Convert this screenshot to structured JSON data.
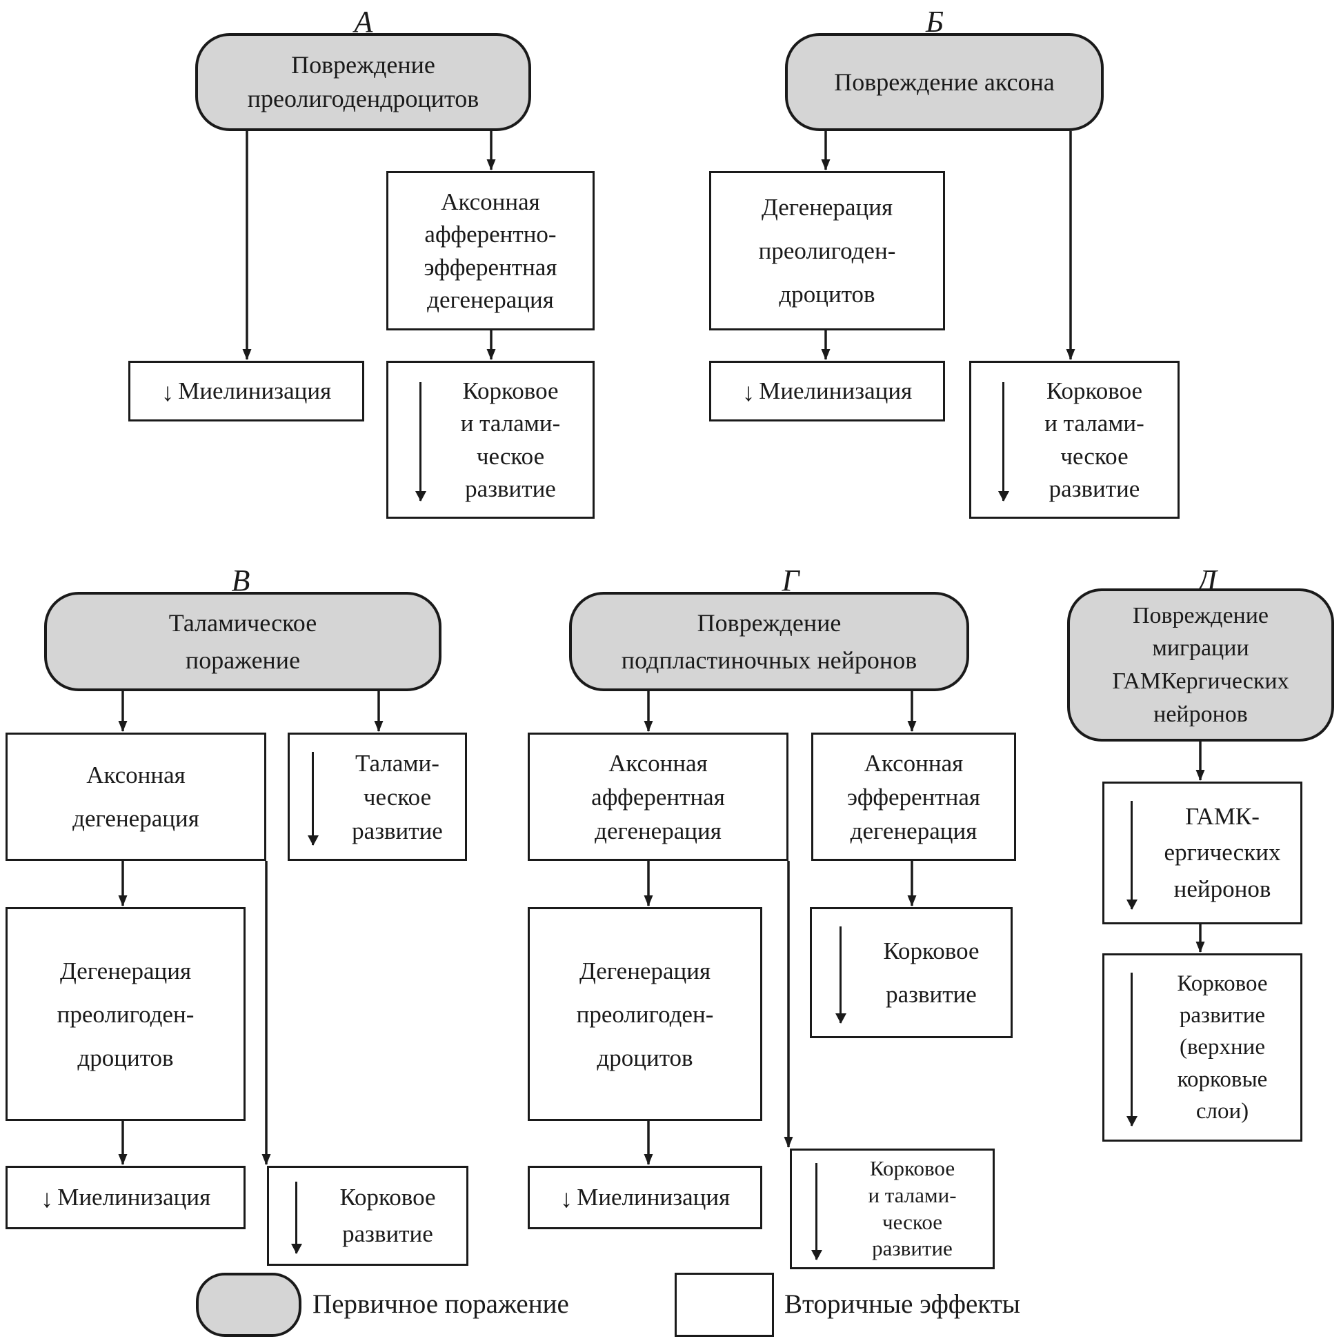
{
  "icons": {
    "down_arrow": "↓"
  },
  "legend": {
    "primary_label": "Первичное поражение",
    "secondary_label": "Вторичные эффекты"
  },
  "colors": {
    "primary_fill": "#d5d5d5",
    "secondary_fill": "#ffffff",
    "stroke": "#1a1a1a"
  },
  "panels": [
    {
      "header": "А",
      "primary": "Повреждение\nпреолигодендроцитов",
      "nodes": [
        {
          "label": "Аксонная\nафферентно-\nэфферентная\nдегенерация"
        },
        {
          "label": "Миелинизация",
          "decrease": true
        },
        {
          "label": "Корковое\nи талами-\nческое\nразвитие",
          "decrease": true
        }
      ],
      "edges": [
        [
          "primary",
          "Миелинизация"
        ],
        [
          "primary",
          "Аксонная афферентно-эфферентная дегенерация"
        ],
        [
          "Аксонная афферентно-эфферентная дегенерация",
          "Корковое и таламическое развитие"
        ]
      ]
    },
    {
      "header": "Б",
      "primary": "Повреждение аксона",
      "nodes": [
        {
          "label": "Дегенерация\nпреолигоден-\nдроцитов"
        },
        {
          "label": "Миелинизация",
          "decrease": true
        },
        {
          "label": "Корковое\nи талами-\nческое\nразвитие",
          "decrease": true
        }
      ],
      "edges": [
        [
          "primary",
          "Дегенерация преолигодендроцитов"
        ],
        [
          "Дегенерация преолигодендроцитов",
          "Миелинизация"
        ],
        [
          "primary",
          "Корковое и таламическое развитие"
        ]
      ]
    },
    {
      "header": "В",
      "primary": "Таламическое\nпоражение",
      "nodes": [
        {
          "label": "Аксонная\nдегенерация"
        },
        {
          "label": "Талами-\nческое\nразвитие",
          "decrease": true
        },
        {
          "label": "Дегенерация\nпреолигоден-\nдроцитов"
        },
        {
          "label": "Миелинизация",
          "decrease": true
        },
        {
          "label": "Корковое\nразвитие",
          "decrease": true
        }
      ],
      "edges": [
        [
          "primary",
          "Аксонная дегенерация"
        ],
        [
          "primary",
          "Таламическое развитие"
        ],
        [
          "Аксонная дегенерация",
          "Дегенерация преолигодендроцитов"
        ],
        [
          "Дегенерация преолигодендроцитов",
          "Миелинизация"
        ],
        [
          "Аксонная дегенерация",
          "Корковое развитие"
        ]
      ]
    },
    {
      "header": "Г",
      "primary": "Повреждение\nподпластиночных нейронов",
      "nodes": [
        {
          "label": "Аксонная\nафферентная\nдегенерация"
        },
        {
          "label": "Аксонная\nэфферентная\nдегенерация"
        },
        {
          "label": "Дегенерация\nпреолигоден-\nдроцитов"
        },
        {
          "label": "Миелинизация",
          "decrease": true
        },
        {
          "label": "Корковое\nразвитие",
          "decrease": true
        },
        {
          "label": "Корковое\nи талами-\nческое\nразвитие",
          "decrease": true
        }
      ],
      "edges": [
        [
          "primary",
          "Аксонная афферентная дегенерация"
        ],
        [
          "primary",
          "Аксонная эфферентная дегенерация"
        ],
        [
          "Аксонная афферентная дегенерация",
          "Дегенерация преолигодендроцитов"
        ],
        [
          "Дегенерация преолигодендроцитов",
          "Миелинизация"
        ],
        [
          "Аксонная афферентная дегенерация",
          "Корковое и таламическое развитие"
        ],
        [
          "Аксонная эфферентная дегенерация",
          "Корковое развитие"
        ]
      ]
    },
    {
      "header": "Д",
      "primary": "Повреждение\nмиграции\nГАМКергических\nнейронов",
      "nodes": [
        {
          "label": "ГАМК-\nергических\nнейронов",
          "decrease": true
        },
        {
          "label": "Корковое\nразвитие\n(верхние\nкорковые\nслои)",
          "decrease": true
        }
      ],
      "edges": [
        [
          "primary",
          "ГАМКергических нейронов"
        ],
        [
          "ГАМКергических нейронов",
          "Корковое развитие (верхние корковые слои)"
        ]
      ]
    }
  ]
}
